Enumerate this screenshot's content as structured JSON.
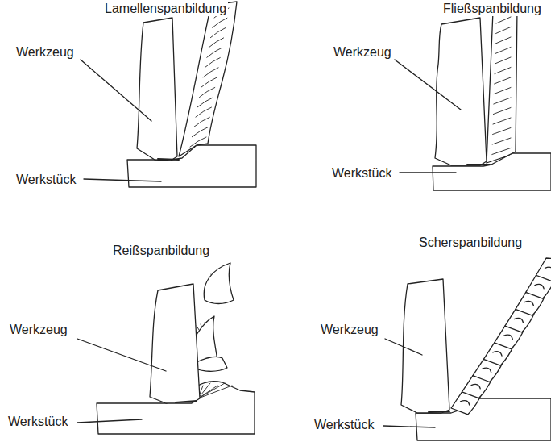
{
  "diagram": {
    "labels": [
      "Lamellenspanbildung",
      "Werkzeug",
      "Werkstück",
      "Fließspanbildung",
      "Werkzeug",
      "Werkstück",
      "Reißspanbildung",
      "Werkzeug",
      "Werkstück",
      "Scherspanbildung",
      "Werkzeug",
      "Werkstück"
    ]
  }
}
